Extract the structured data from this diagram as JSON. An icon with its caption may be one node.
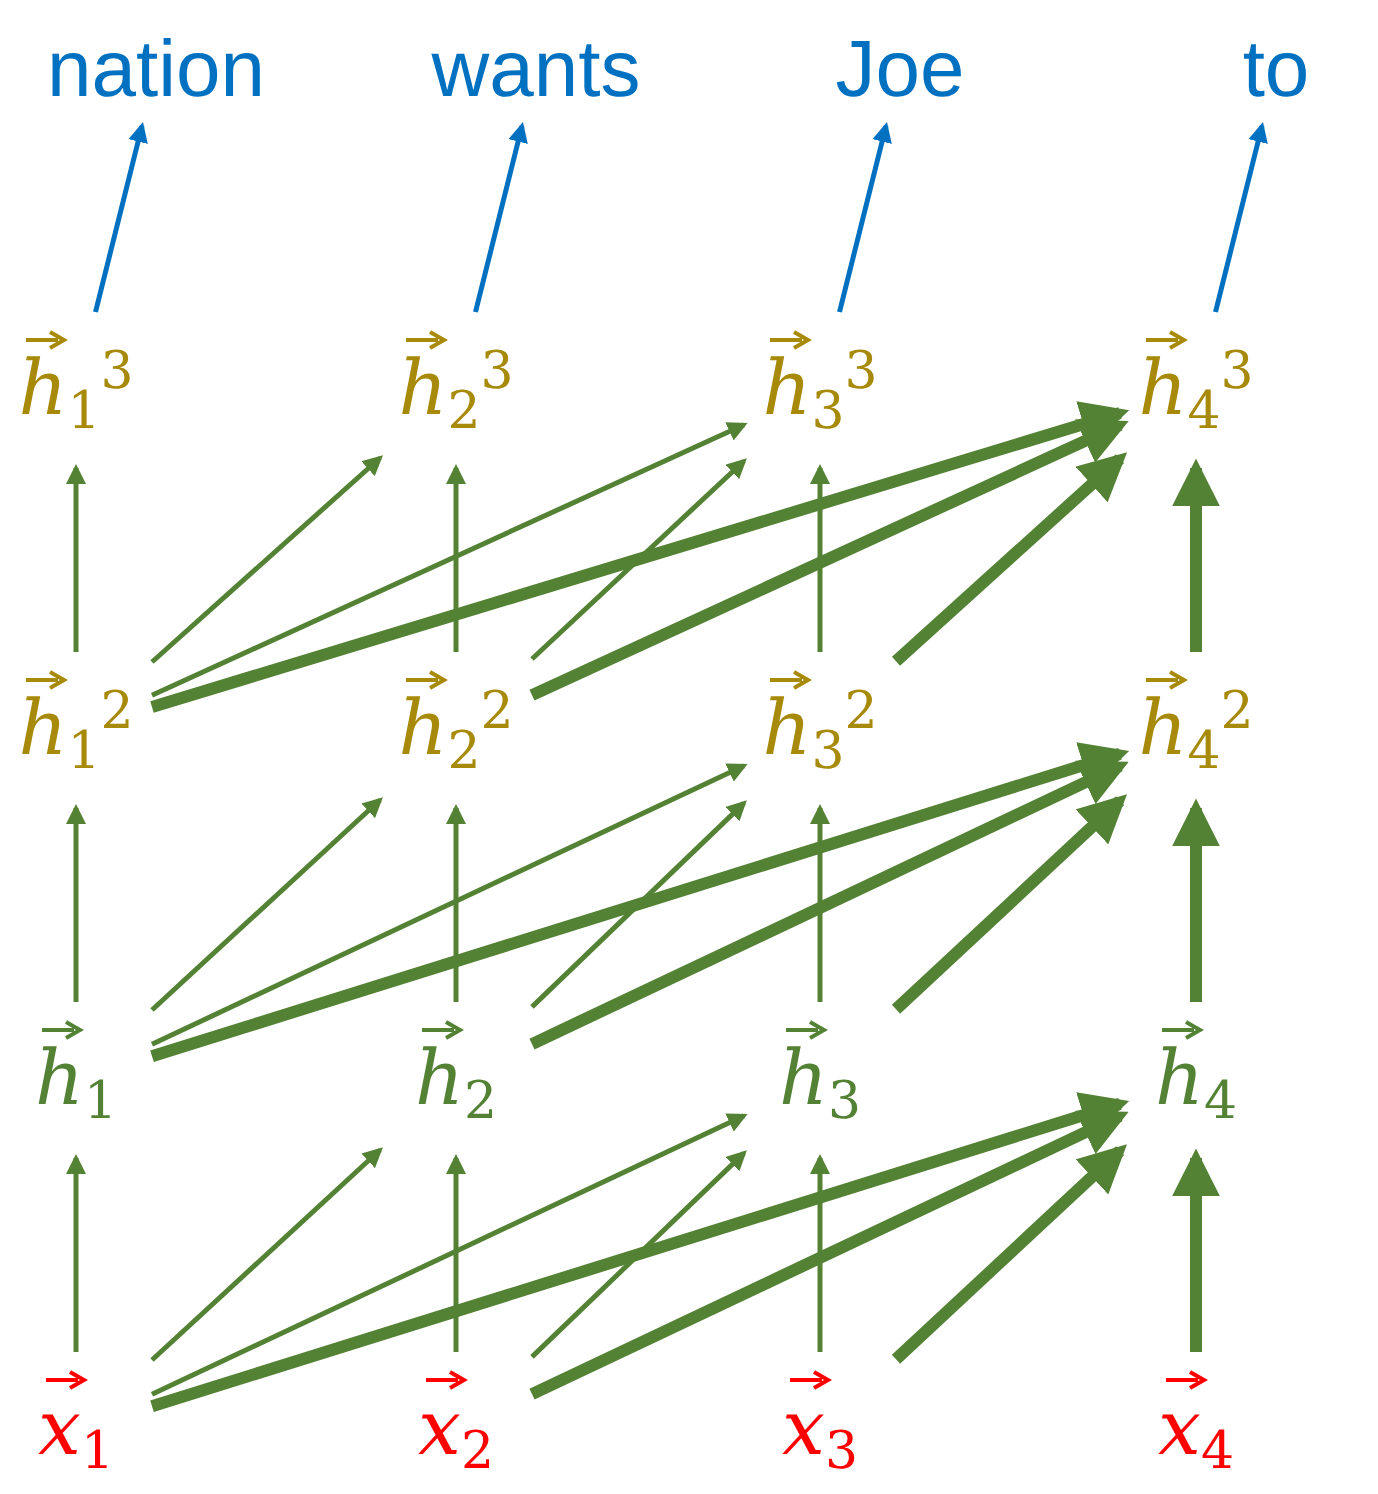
{
  "diagram": {
    "nodes": [
      {
        "text": [
          "nation"
        ]
      },
      {
        "text": [
          "wants"
        ]
      },
      {
        "text": [
          "Joe"
        ]
      },
      {
        "text": [
          "to"
        ]
      },
      {
        "text": [
          "h$_{1}$$^{3}$"
        ]
      },
      {
        "text": [
          "h$_{2}$$^{3}$"
        ]
      },
      {
        "text": [
          "h$_{3}$$^{3}$"
        ]
      },
      {
        "text": [
          "h$_{4}$$^{3}$"
        ]
      },
      {
        "text": [
          "h$_{1}$$^{2}$"
        ]
      },
      {
        "text": [
          "h$_{2}$$^{2}$"
        ]
      },
      {
        "text": [
          "h$_{3}$$^{2}$"
        ]
      },
      {
        "text": [
          "h$_{4}$$^{2}$"
        ]
      },
      {
        "text": [
          "h$_{1}$"
        ]
      },
      {
        "text": [
          "h$_{2}$"
        ]
      },
      {
        "text": [
          "h$_{3}$"
        ]
      },
      {
        "text": [
          "h$_{4}$"
        ]
      },
      {
        "text": [
          "x$_{1}$"
        ]
      },
      {
        "text": [
          "x$_{2}$"
        ]
      },
      {
        "text": [
          "x$_{3}$"
        ]
      },
      {
        "text": [
          "x$_{4}$"
        ]
      }
    ],
    "edges": [
      {
        "from": 16,
        "to": 12,
        "arrow": "to"
      },
      {
        "from": 16,
        "to": 13,
        "arrow": "to"
      },
      {
        "from": 16,
        "to": 14,
        "arrow": "to"
      },
      {
        "from": 16,
        "to": 15,
        "arrow": "to",
        "style": "thick"
      },
      {
        "from": 17,
        "to": 13,
        "arrow": "to"
      },
      {
        "from": 17,
        "to": 14,
        "arrow": "to"
      },
      {
        "from": 17,
        "to": 15,
        "arrow": "to",
        "style": "thick"
      },
      {
        "from": 18,
        "to": 14,
        "arrow": "to"
      },
      {
        "from": 18,
        "to": 15,
        "arrow": "to",
        "style": "thick"
      },
      {
        "from": 19,
        "to": 15,
        "arrow": "to",
        "style": "thick"
      },
      {
        "from": 12,
        "to": 8,
        "arrow": "to"
      },
      {
        "from": 12,
        "to": 9,
        "arrow": "to"
      },
      {
        "from": 12,
        "to": 10,
        "arrow": "to"
      },
      {
        "from": 12,
        "to": 11,
        "arrow": "to",
        "style": "thick"
      },
      {
        "from": 13,
        "to": 9,
        "arrow": "to"
      },
      {
        "from": 13,
        "to": 10,
        "arrow": "to"
      },
      {
        "from": 13,
        "to": 11,
        "arrow": "to",
        "style": "thick"
      },
      {
        "from": 14,
        "to": 10,
        "arrow": "to"
      },
      {
        "from": 14,
        "to": 11,
        "arrow": "to",
        "style": "thick"
      },
      {
        "from": 15,
        "to": 11,
        "arrow": "to",
        "style": "thick"
      },
      {
        "from": 8,
        "to": 4,
        "arrow": "to"
      },
      {
        "from": 8,
        "to": 5,
        "arrow": "to"
      },
      {
        "from": 8,
        "to": 6,
        "arrow": "to"
      },
      {
        "from": 8,
        "to": 7,
        "arrow": "to",
        "style": "thick"
      },
      {
        "from": 9,
        "to": 5,
        "arrow": "to"
      },
      {
        "from": 9,
        "to": 6,
        "arrow": "to"
      },
      {
        "from": 9,
        "to": 7,
        "arrow": "to",
        "style": "thick"
      },
      {
        "from": 10,
        "to": 6,
        "arrow": "to"
      },
      {
        "from": 10,
        "to": 7,
        "arrow": "to",
        "style": "thick"
      },
      {
        "from": 11,
        "to": 7,
        "arrow": "to",
        "style": "thick"
      },
      {
        "from": 4,
        "to": 0,
        "arrow": "to",
        "color": "#0070c0"
      },
      {
        "from": 5,
        "to": 1,
        "arrow": "to",
        "color": "#0070c0"
      },
      {
        "from": 6,
        "to": 2,
        "arrow": "to",
        "color": "#0070c0"
      },
      {
        "from": 7,
        "to": 3,
        "arrow": "to",
        "color": "#0070c0"
      }
    ]
  }
}
